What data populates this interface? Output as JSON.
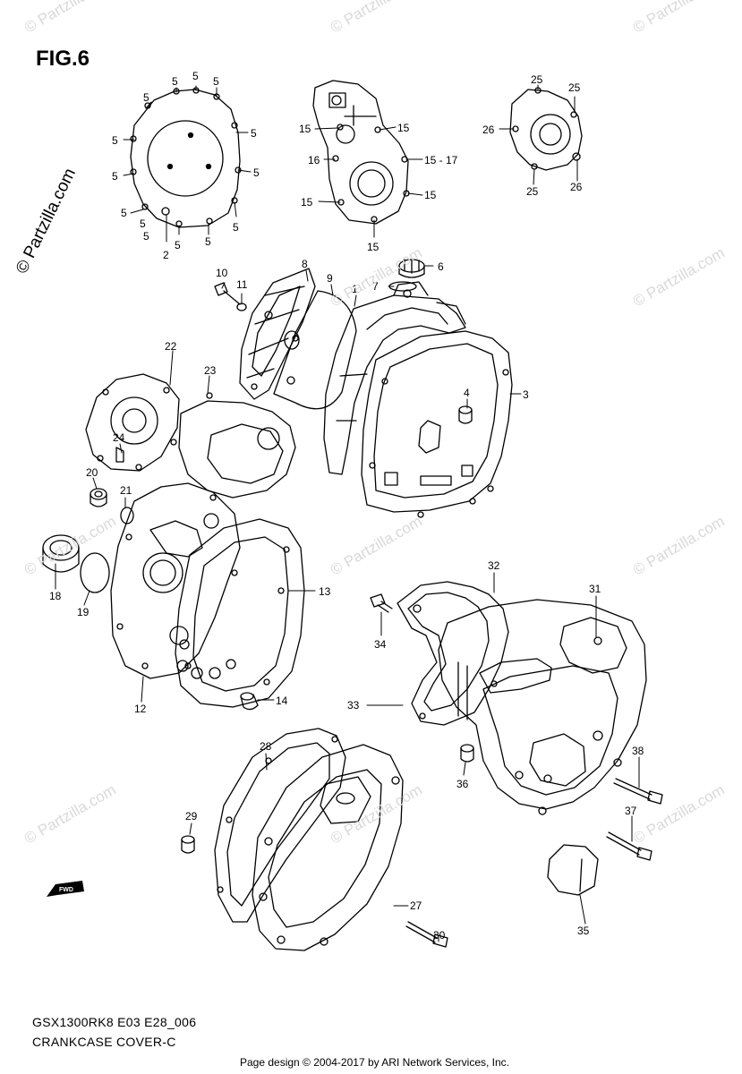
{
  "figure": {
    "title": "FIG.6",
    "model_code": "GSX1300RK8 E03 E28_006",
    "section": "CRANKCASE COVER-C",
    "copyright": "Page design © 2004-2017 by ARI Network Services, Inc."
  },
  "watermark": {
    "main": "© Partzilla.com",
    "faint": "© Partzilla.com"
  },
  "fwd_label": "FWD",
  "callouts": {
    "c1": "5",
    "c2": "5",
    "c3": "5",
    "c4": "5",
    "c5": "5",
    "c6": "5",
    "c7": "5",
    "c8": "5",
    "c9": "5",
    "c10": "5",
    "c11": "5",
    "c12": "5",
    "c13": "5",
    "c14": "2",
    "c15": "5",
    "c16": "15",
    "c17": "15",
    "c18": "16",
    "c19": "15 - 17",
    "c20": "15",
    "c21": "15",
    "c22": "15",
    "c23": "25",
    "c24": "25",
    "c25": "26",
    "c26": "25",
    "c27": "26",
    "c28": "8",
    "c29": "10",
    "c30": "11",
    "c31": "9",
    "c32": "1",
    "c33": "6",
    "c34": "7",
    "c35": "3",
    "c36": "4",
    "c37": "22",
    "c38": "23",
    "c39": "24",
    "c40": "20",
    "c41": "21",
    "c42": "18",
    "c43": "19",
    "c44": "13",
    "c45": "12",
    "c46": "14",
    "c47": "32",
    "c48": "31",
    "c49": "34",
    "c50": "33",
    "c51": "36",
    "c52": "38",
    "c53": "37",
    "c54": "35",
    "c55": "28",
    "c56": "29",
    "c57": "27",
    "c58": "30"
  }
}
